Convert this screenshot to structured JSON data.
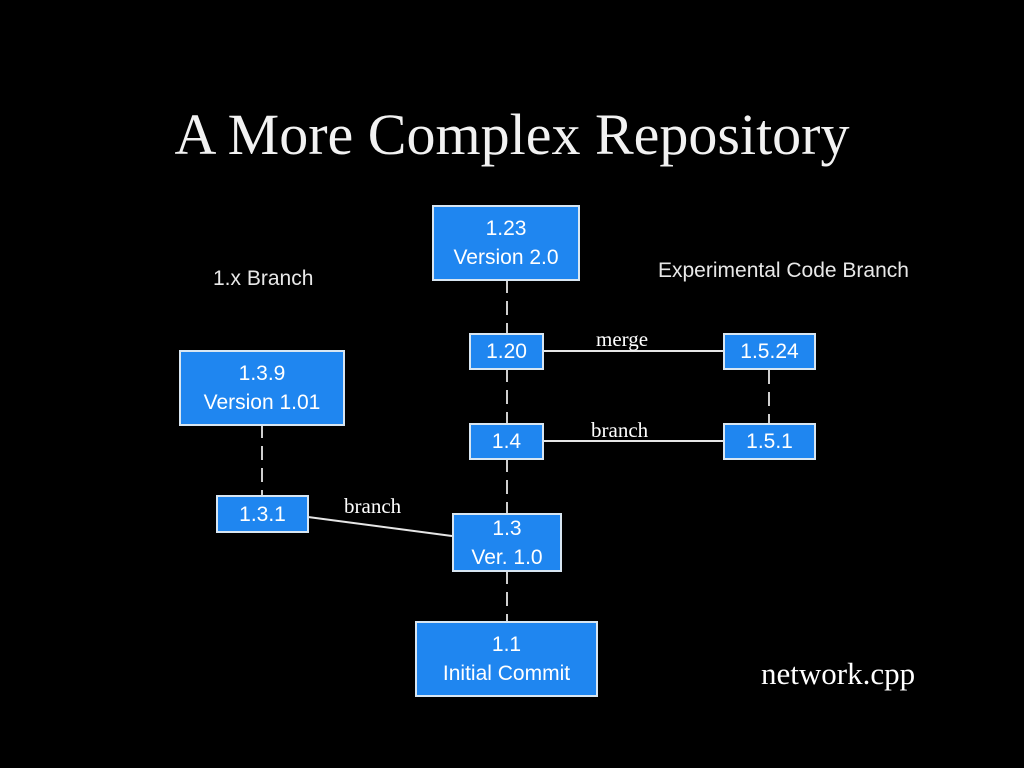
{
  "title": "A More Complex Repository",
  "branch_labels": {
    "left": "1.x Branch",
    "right": "Experimental Code Branch"
  },
  "nodes": {
    "n_1_23": {
      "line1": "1.23",
      "line2": "Version 2.0"
    },
    "n_1_20": {
      "line1": "1.20"
    },
    "n_1_4": {
      "line1": "1.4"
    },
    "n_1_3": {
      "line1": "1.3",
      "line2": "Ver. 1.0"
    },
    "n_1_1": {
      "line1": "1.1",
      "line2": "Initial Commit"
    },
    "n_1_3_9": {
      "line1": "1.3.9",
      "line2": "Version 1.01"
    },
    "n_1_3_1": {
      "line1": "1.3.1"
    },
    "n_1_5_24": {
      "line1": "1.5.24"
    },
    "n_1_5_1": {
      "line1": "1.5.1"
    }
  },
  "edge_labels": {
    "merge": "merge",
    "branch_experimental": "branch",
    "branch_1x": "branch"
  },
  "file_name": "network.cpp",
  "colors": {
    "background": "#000000",
    "node_fill": "#1f86f0",
    "node_border": "#d8e6f2",
    "text": "#ffffff"
  }
}
